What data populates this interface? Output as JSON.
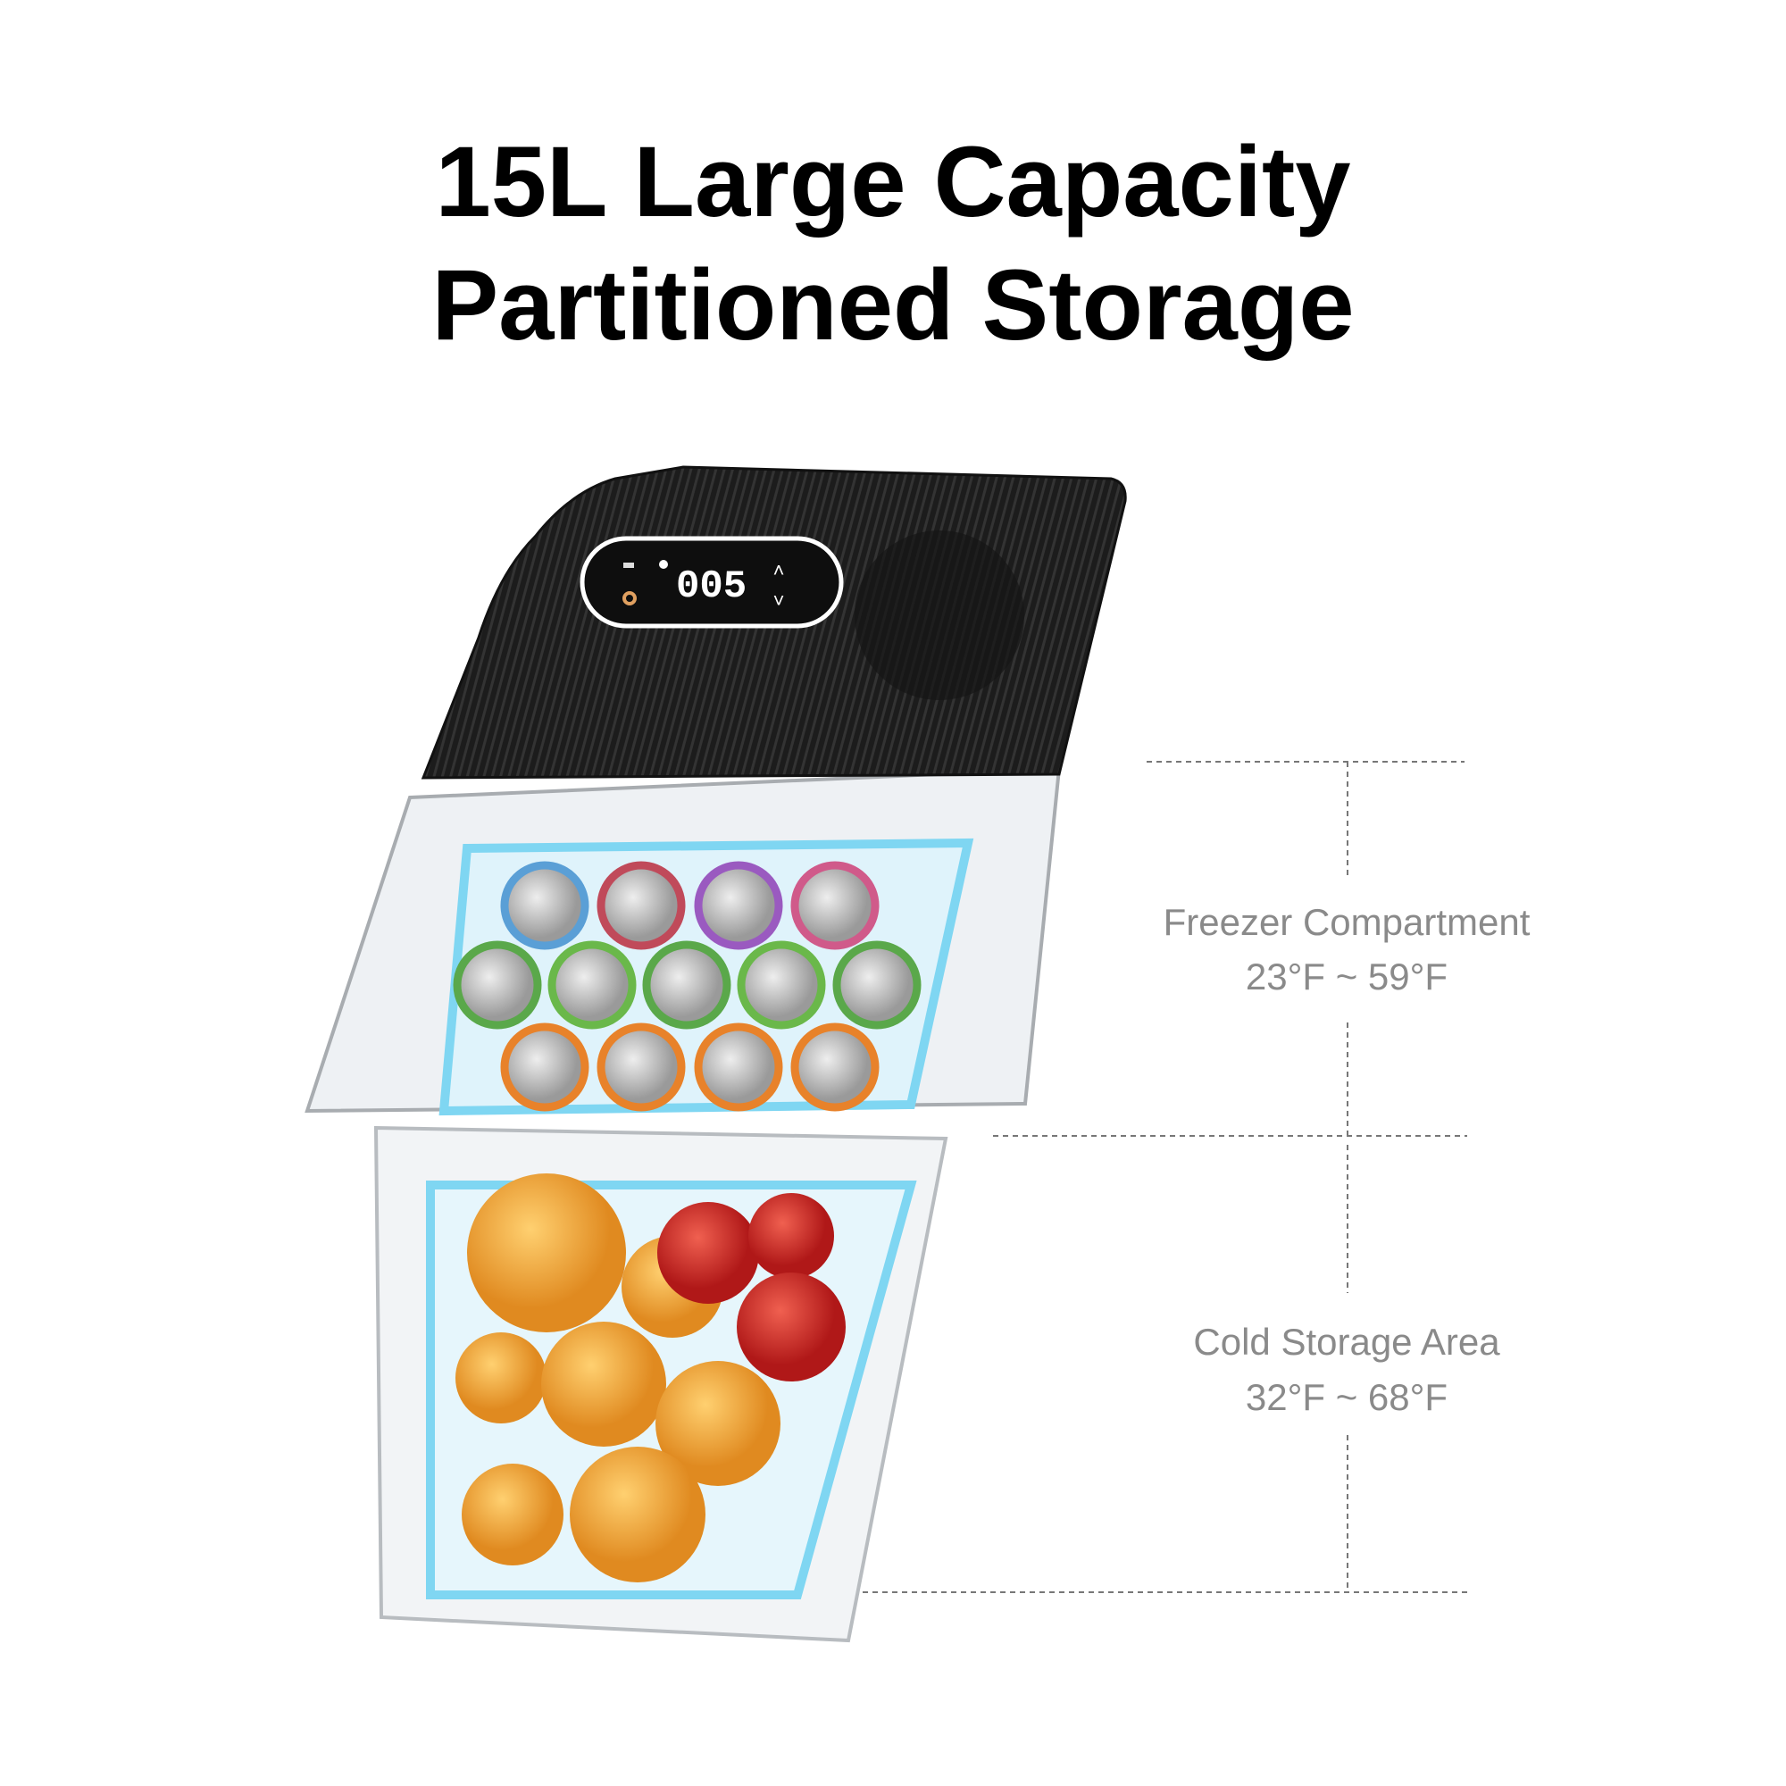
{
  "headline": {
    "line1": "15L Large Capacity",
    "line2": "Partitioned Storage"
  },
  "display": {
    "temperature": "005",
    "unit_icon": "celsius-icon",
    "up_icon": "chevron-up-icon",
    "down_icon": "chevron-down-icon"
  },
  "zones": [
    {
      "name": "Freezer Compartment",
      "range": "23°F ~ 59°F"
    },
    {
      "name": "Cold Storage Area",
      "range": "32°F ~ 68°F"
    }
  ],
  "colors": {
    "lid": "#1e1e1e",
    "glow": "#7fd6f2",
    "label": "#8a8a8a",
    "orange": "#f0a030",
    "tomato": "#d8322a"
  }
}
